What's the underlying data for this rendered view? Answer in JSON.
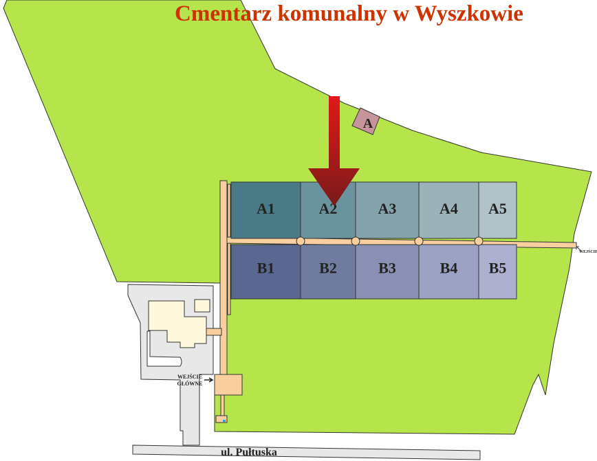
{
  "title": "Cmentarz komunalny w Wyszkowie",
  "chapel_label": "A",
  "sections_a": [
    {
      "label": "A1",
      "color": "#4a7a86"
    },
    {
      "label": "A2",
      "color": "#6b939e"
    },
    {
      "label": "A3",
      "color": "#84a3ab"
    },
    {
      "label": "A4",
      "color": "#9bb3b8"
    },
    {
      "label": "A5",
      "color": "#aec2c7"
    }
  ],
  "sections_b": [
    {
      "label": "B1",
      "color": "#5a6790"
    },
    {
      "label": "B2",
      "color": "#6f7ca0"
    },
    {
      "label": "B3",
      "color": "#8990b3"
    },
    {
      "label": "B4",
      "color": "#9ca2c3"
    },
    {
      "label": "B5",
      "color": "#aeb0d0"
    }
  ],
  "entrance_side": "WEJŚCIE",
  "entrance_main_line1": "WEJŚCIE",
  "entrance_main_line2": "GŁÓWNE",
  "street": "ul. Pułtuska",
  "highlighted_section": "A2",
  "colors": {
    "grass": "#b5e54a",
    "path": "#f9cfa0",
    "title": "#cc3300",
    "arrow": "#c0191c"
  }
}
